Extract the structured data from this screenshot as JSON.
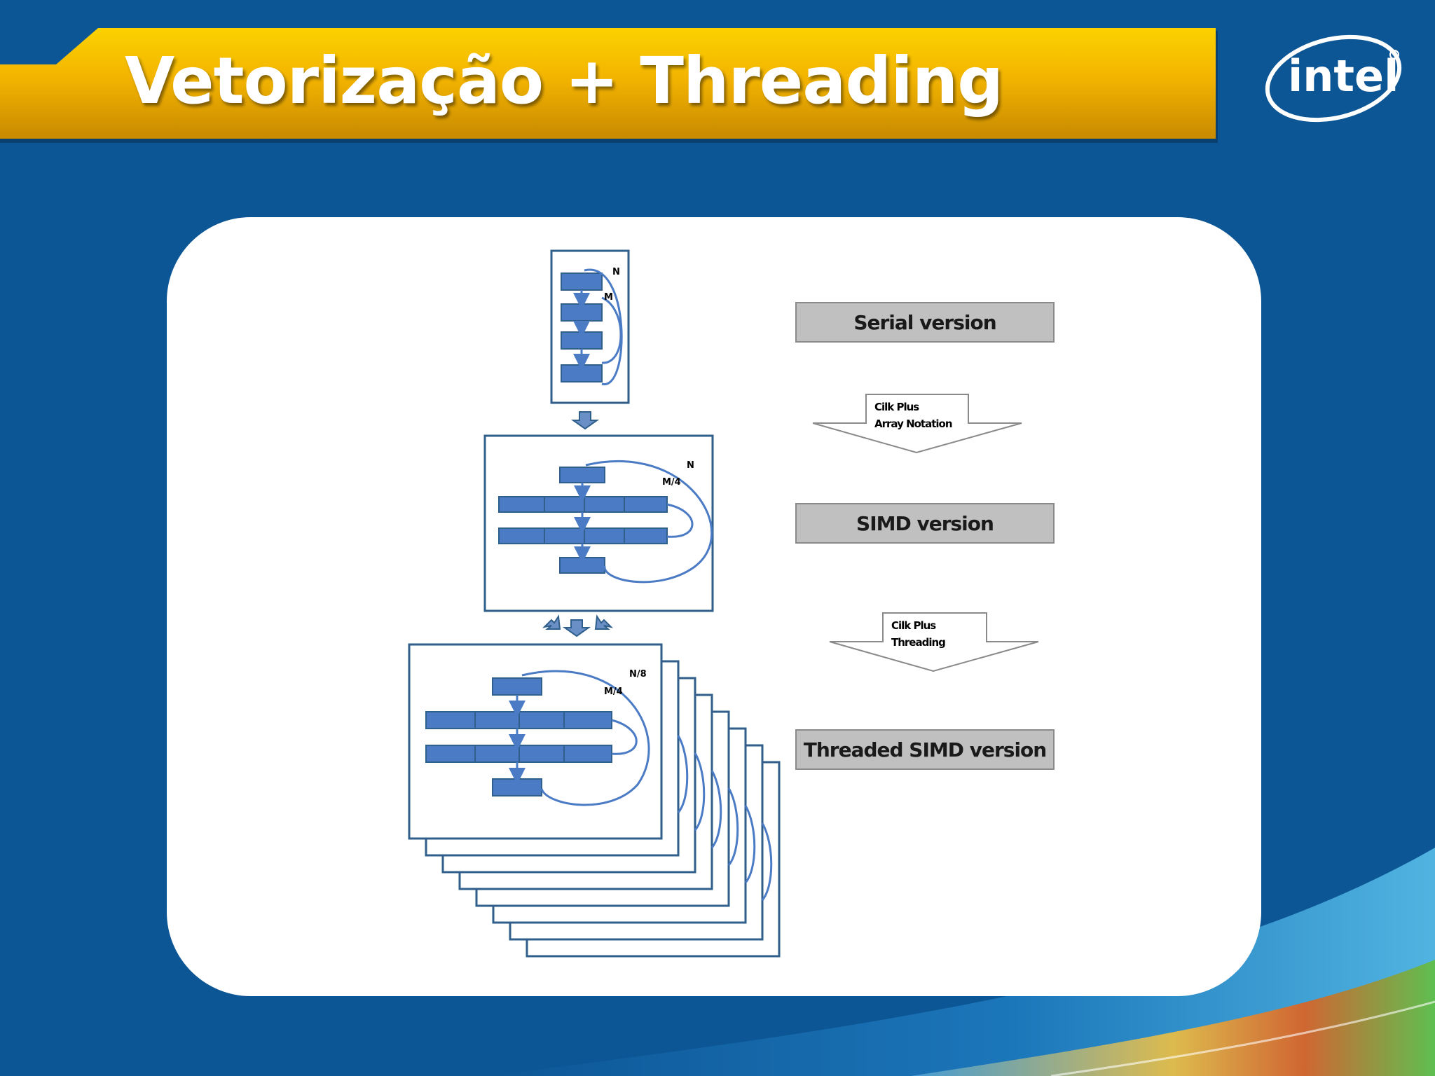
{
  "slide": {
    "title": "Vetorização + Threading",
    "logo_text": "intel",
    "colors": {
      "background": "#0d5695",
      "banner": "#f3b400",
      "block": "#4a7bc4",
      "frame": "#2f5f8a",
      "label_fill": "#c0c0c0"
    }
  },
  "diagram": {
    "stages": [
      {
        "label": "Serial version"
      },
      {
        "label": "SIMD version"
      },
      {
        "label": "Threaded SIMD version"
      }
    ],
    "transitions": [
      {
        "line1": "Cilk Plus",
        "line2": "Array Notation"
      },
      {
        "line1": "Cilk Plus",
        "line2": "Threading"
      }
    ],
    "loop_labels": {
      "serial_outer": "N",
      "serial_inner": "M",
      "simd_outer": "N",
      "simd_inner": "M/4",
      "threaded_outer": "N/8",
      "threaded_inner": "M/4"
    }
  }
}
